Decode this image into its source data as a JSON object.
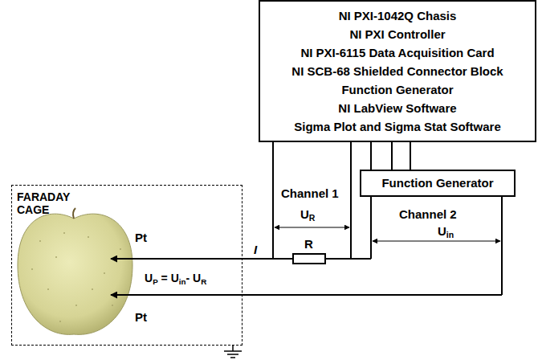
{
  "diagram": {
    "nodes": [
      {
        "text": [
          "NI PXI-1042Q Chasis",
          "NI PXI Controller",
          "NI PXI-6115 Data Acquisition Card",
          "NI SCB-68 Shielded Connector Block",
          "Function Generator",
          "NI LabView Software",
          "Sigma Plot and Sigma Stat Software"
        ]
      },
      {
        "text": [
          "Function Generator"
        ]
      },
      {
        "text": [
          "FARADAY CAGE"
        ]
      }
    ],
    "edges": [
      {
        "from": 0,
        "to": 1,
        "arrow": "none"
      },
      {
        "from": 0,
        "to": 1,
        "arrow": "none"
      }
    ],
    "labels": [
      "Channel 1",
      "UR",
      "Channel 2",
      "Uin",
      "I",
      "R",
      "UP = Uin- UR",
      "Pt",
      "Pt"
    ]
  }
}
